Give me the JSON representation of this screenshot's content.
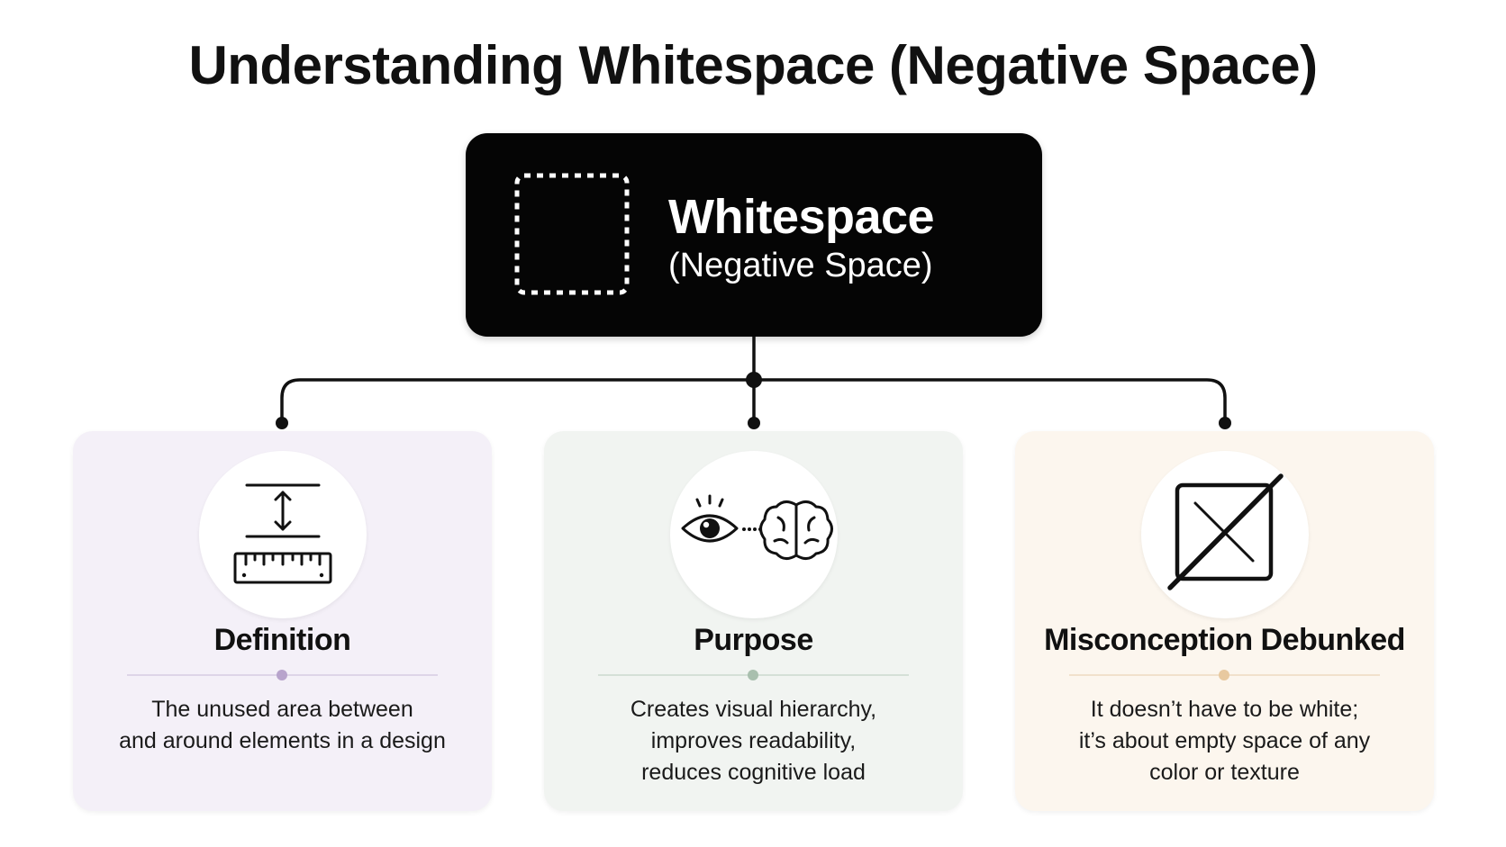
{
  "title": "Understanding Whitespace (Negative Space)",
  "hero": {
    "title": "Whitespace",
    "subtitle": "(Negative Space)",
    "icon": "dashed-square-icon"
  },
  "cards": [
    {
      "title": "Definition",
      "icon": "ruler-spacing-icon",
      "lines": [
        "The unused area between",
        "and around elements in a design"
      ],
      "bg_color": "#f4f0f8",
      "accent_color": "#b8a4cc"
    },
    {
      "title": "Purpose",
      "icon": "eye-brain-icon",
      "lines": [
        "Creates visual hierarchy,",
        "improves readability,",
        "reduces cognitive load"
      ],
      "bg_color": "#f1f4f1",
      "accent_color": "#a9bfae"
    },
    {
      "title": "Misconception Debunked",
      "icon": "crossed-box-icon",
      "lines": [
        "It doesn’t have to be white;",
        "it’s about empty space of any",
        "color or texture"
      ],
      "bg_color": "#fcf6ee",
      "accent_color": "#e8c9a0"
    }
  ]
}
